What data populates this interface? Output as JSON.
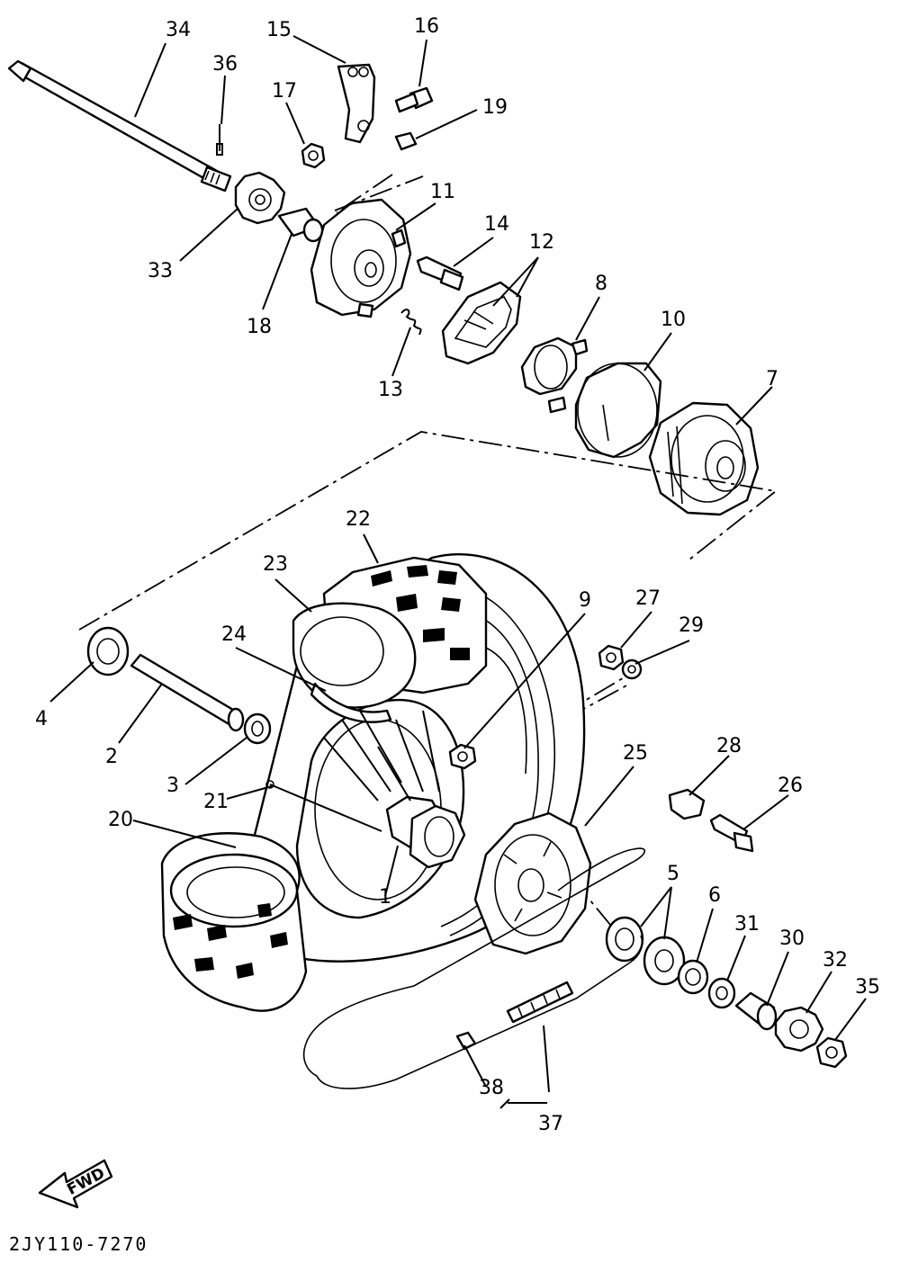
{
  "diagram": {
    "code": "2JY110-7270",
    "fwd_label": "FWD",
    "callouts": [
      {
        "id": "c34",
        "text": "34"
      },
      {
        "id": "c36",
        "text": "36"
      },
      {
        "id": "c15",
        "text": "15"
      },
      {
        "id": "c16",
        "text": "16"
      },
      {
        "id": "c17",
        "text": "17"
      },
      {
        "id": "c19",
        "text": "19"
      },
      {
        "id": "c11",
        "text": "11"
      },
      {
        "id": "c33",
        "text": "33"
      },
      {
        "id": "c18",
        "text": "18"
      },
      {
        "id": "c14",
        "text": "14"
      },
      {
        "id": "c12",
        "text": "12"
      },
      {
        "id": "c8",
        "text": "8"
      },
      {
        "id": "c10",
        "text": "10"
      },
      {
        "id": "c7",
        "text": "7"
      },
      {
        "id": "c13",
        "text": "13"
      },
      {
        "id": "c22",
        "text": "22"
      },
      {
        "id": "c23",
        "text": "23"
      },
      {
        "id": "c9",
        "text": "9"
      },
      {
        "id": "c27",
        "text": "27"
      },
      {
        "id": "c29",
        "text": "29"
      },
      {
        "id": "c24",
        "text": "24"
      },
      {
        "id": "c4",
        "text": "4"
      },
      {
        "id": "c2",
        "text": "2"
      },
      {
        "id": "c3",
        "text": "3"
      },
      {
        "id": "c21",
        "text": "21"
      },
      {
        "id": "c20",
        "text": "20"
      },
      {
        "id": "c1",
        "text": "1"
      },
      {
        "id": "c25",
        "text": "25"
      },
      {
        "id": "c28",
        "text": "28"
      },
      {
        "id": "c26",
        "text": "26"
      },
      {
        "id": "c5",
        "text": "5"
      },
      {
        "id": "c6",
        "text": "6"
      },
      {
        "id": "c31",
        "text": "31"
      },
      {
        "id": "c30",
        "text": "30"
      },
      {
        "id": "c32",
        "text": "32"
      },
      {
        "id": "c35",
        "text": "35"
      },
      {
        "id": "c38",
        "text": "38"
      },
      {
        "id": "c37",
        "text": "37"
      }
    ]
  }
}
